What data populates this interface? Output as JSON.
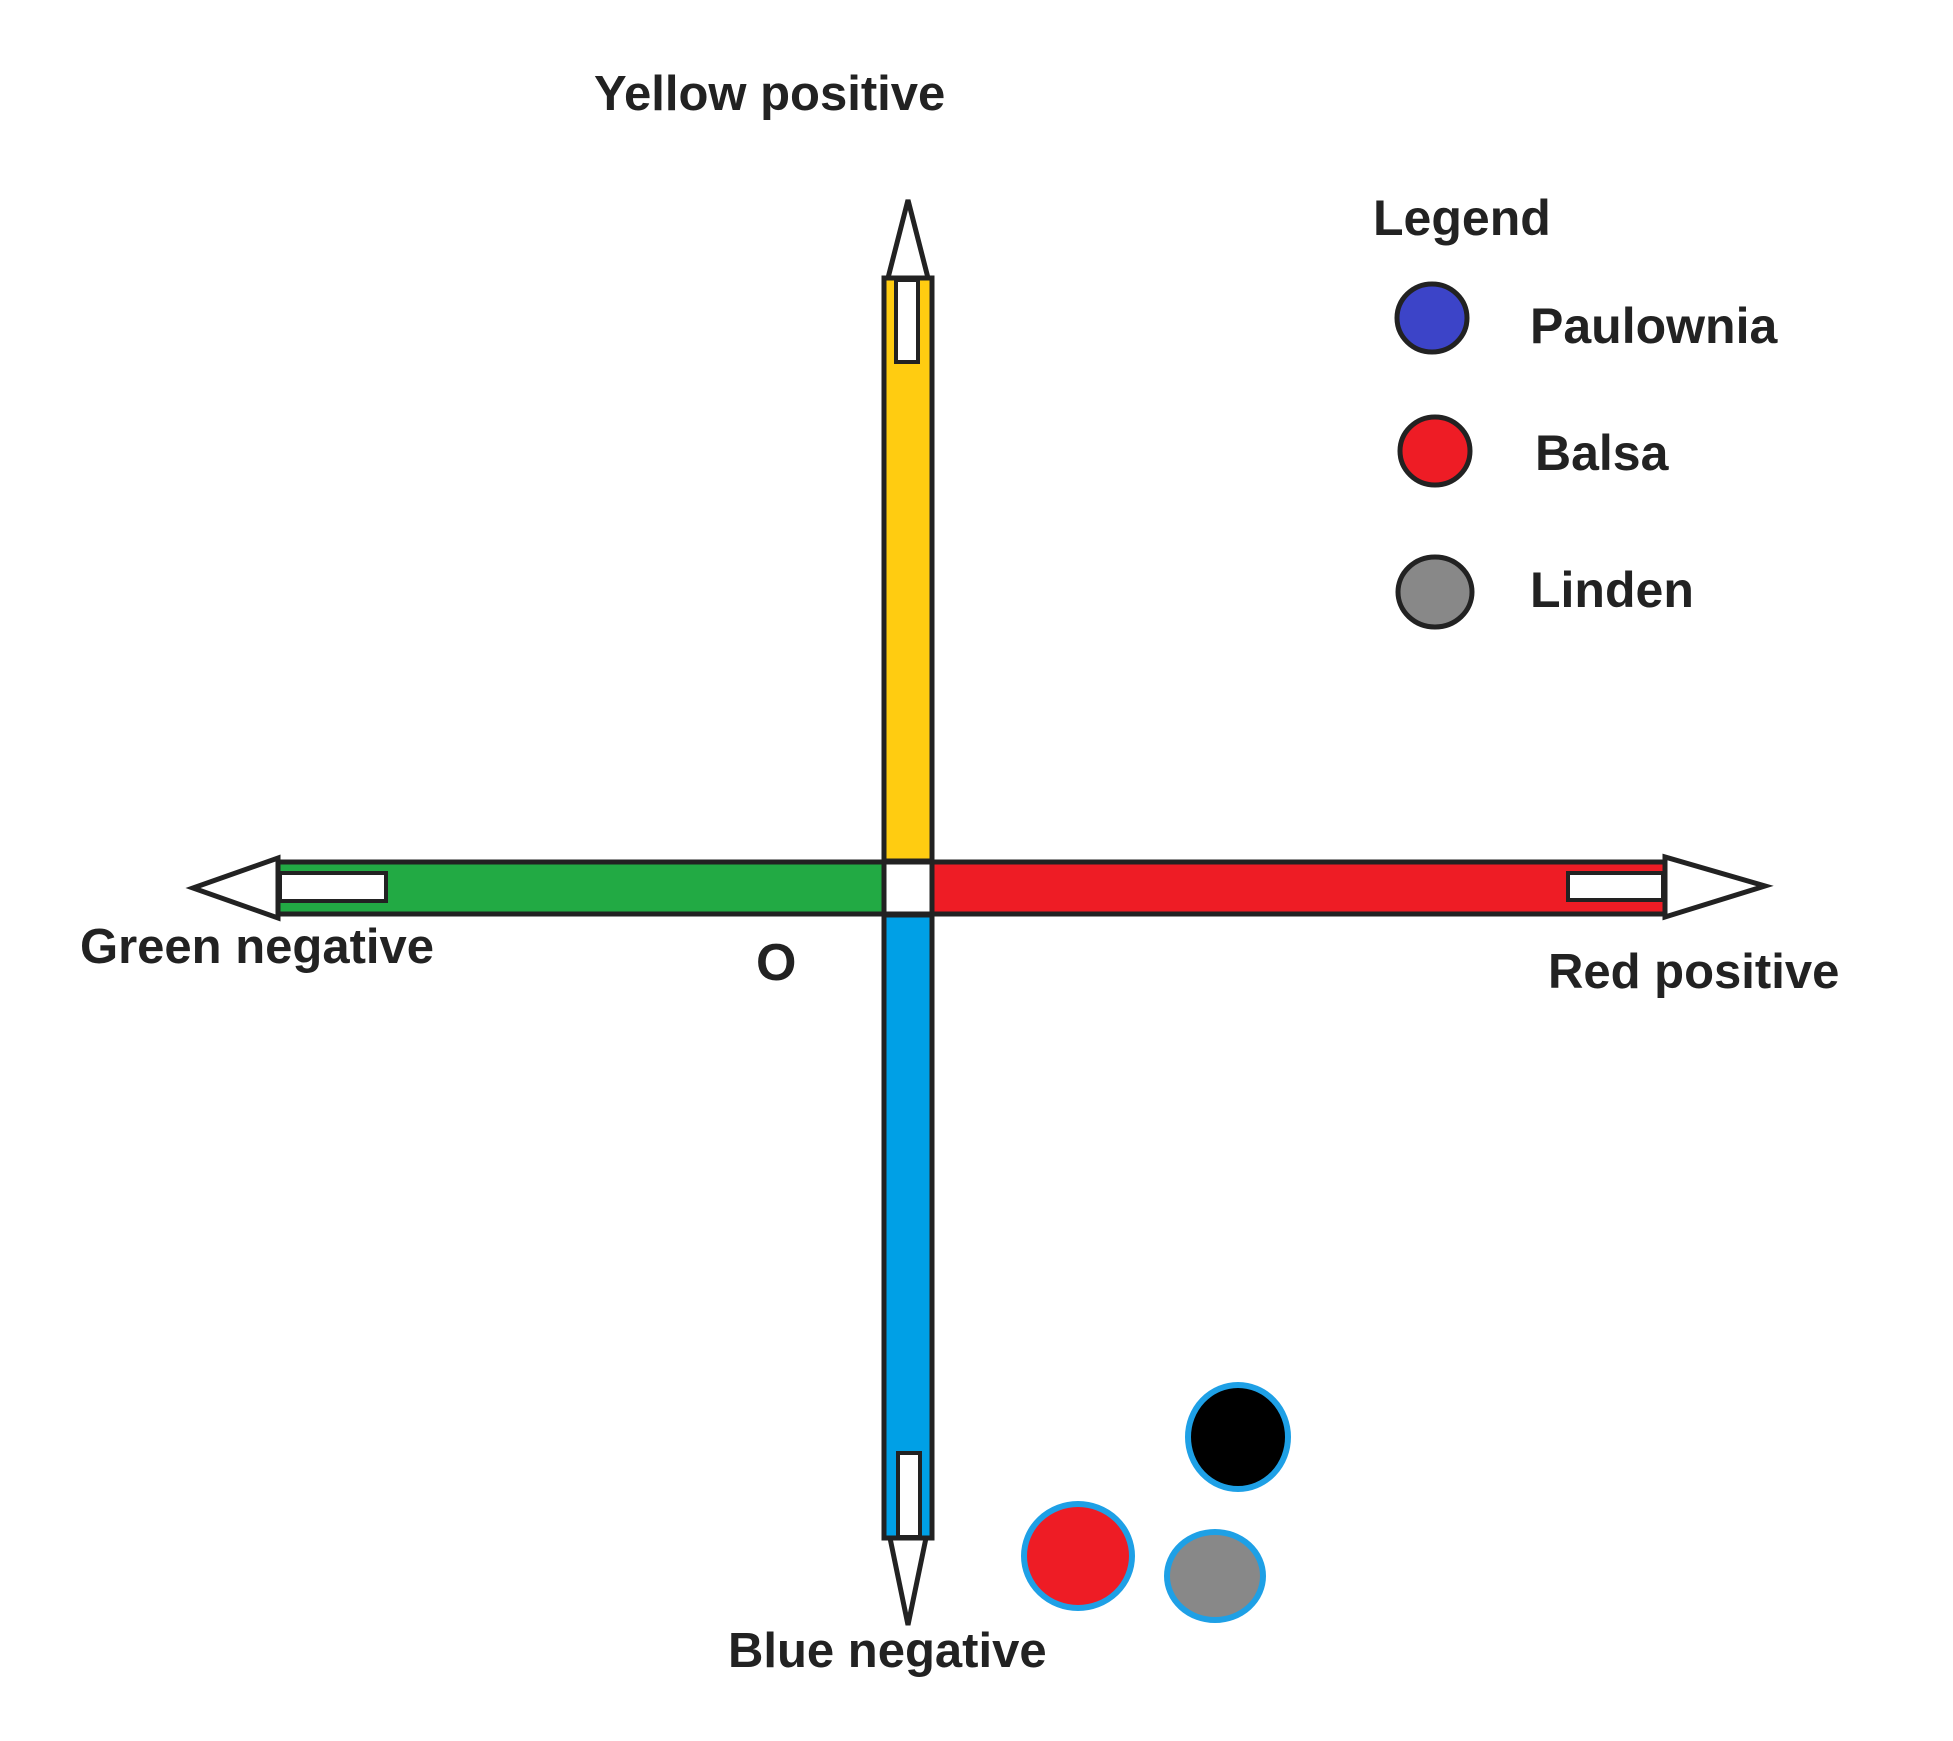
{
  "diagram": {
    "axes": {
      "top_label": "Yellow positive",
      "bottom_label": "Blue negative",
      "left_label": "Green negative",
      "right_label": "Red positive",
      "origin_label": "O"
    },
    "axis_colors": {
      "yellow": "#FFCC11",
      "blue": "#00A0E6",
      "green": "#22AA44",
      "red": "#EE1C25"
    },
    "legend": {
      "title": "Legend",
      "items": [
        {
          "label": "Paulownia",
          "color": "#3C44C8"
        },
        {
          "label": "Balsa",
          "color": "#EE1C25"
        },
        {
          "label": "Linden",
          "color": "#888888"
        }
      ]
    },
    "markers": [
      {
        "color": "#000000",
        "outline": "#1EA0E6"
      },
      {
        "color": "#EE1C25",
        "outline": "#1EA0E6"
      },
      {
        "color": "#888888",
        "outline": "#1EA0E6"
      }
    ]
  }
}
